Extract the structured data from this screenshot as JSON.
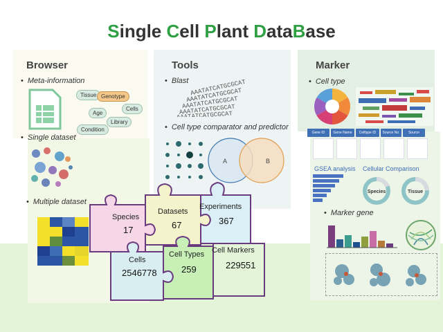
{
  "title": {
    "s1": "S",
    "r1": "ingle ",
    "s2": "C",
    "r2": "ell ",
    "s3": "P",
    "r3": "lant ",
    "s4": "D",
    "r4": "ata",
    "s5": "B",
    "r5": "ase"
  },
  "browser": {
    "title": "Browser",
    "meta": "Meta-information",
    "single": "Single dataset",
    "multiple": "Multiple dataset",
    "tags": [
      "Tissue",
      "Genotype",
      "Age",
      "Cells",
      "Condition",
      "Library"
    ]
  },
  "tools": {
    "title": "Tools",
    "blast": "Blast",
    "comparator": "Cell type comparator and predictor",
    "venn_a": "A",
    "venn_b": "B",
    "seq": "AAATATCATGCGCAT"
  },
  "marker": {
    "title": "Marker",
    "cell_type": "Cell type",
    "gsea": "GSEA analysis",
    "cellular": "Cellular Comparison",
    "species": "Species",
    "tissue": "Tissue",
    "marker_gene": "Marker gene",
    "buttons": [
      "Gene ID",
      "Gene Name",
      "Celltype ID",
      "Source No.",
      "Source Dataset"
    ]
  },
  "stats": [
    {
      "label": "Species",
      "value": "17"
    },
    {
      "label": "Datasets",
      "value": "67"
    },
    {
      "label": "Experiments",
      "value": "367"
    },
    {
      "label": "Cells",
      "value": "2546778"
    },
    {
      "label": "Cell Types",
      "value": "259"
    },
    {
      "label": "Cell Markers",
      "value": "229551"
    }
  ]
}
